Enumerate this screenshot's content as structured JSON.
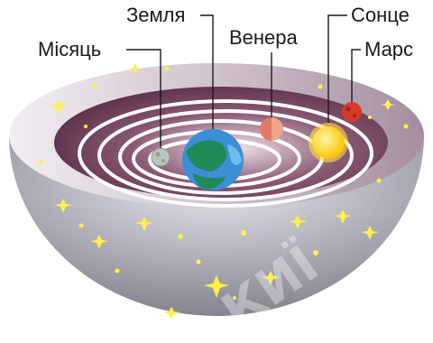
{
  "diagram": {
    "labels": {
      "moon": "Місяць",
      "earth": "Земля",
      "venus": "Венера",
      "sun": "Сонце",
      "mars": "Марс"
    },
    "watermark": "КИЇ",
    "colors": {
      "bowl_outer": "#c9c9cf",
      "bowl_inner": "#5a2a44",
      "orbit": "#ffffff",
      "earth_water": "#3a8fd6",
      "earth_land": "#1e8a5a",
      "venus": "#e27a66",
      "sun": "#ffd21a",
      "mars": "#d8392b",
      "moon": "#b9c4bc",
      "star": "#fff04a"
    }
  }
}
